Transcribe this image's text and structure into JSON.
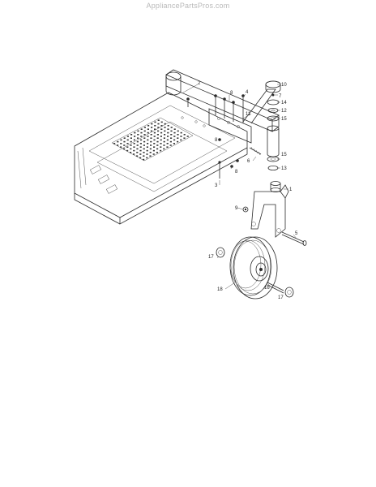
{
  "watermark": "AppliancePartsPros.com",
  "callouts": [
    {
      "id": "c1",
      "text": "1"
    },
    {
      "id": "c2",
      "text": "2"
    },
    {
      "id": "c3",
      "text": "3"
    },
    {
      "id": "c4",
      "text": "4"
    },
    {
      "id": "c5",
      "text": "5"
    },
    {
      "id": "c6",
      "text": "6"
    },
    {
      "id": "c7",
      "text": "7"
    },
    {
      "id": "c8a",
      "text": "8"
    },
    {
      "id": "c8b",
      "text": "8"
    },
    {
      "id": "c8c",
      "text": "8"
    },
    {
      "id": "c9",
      "text": "9"
    },
    {
      "id": "c10",
      "text": "10"
    },
    {
      "id": "c11",
      "text": "11"
    },
    {
      "id": "c12",
      "text": "12"
    },
    {
      "id": "c13",
      "text": "13"
    },
    {
      "id": "c14",
      "text": "14"
    },
    {
      "id": "c15a",
      "text": "15"
    },
    {
      "id": "c15b",
      "text": "15"
    },
    {
      "id": "c16",
      "text": "16"
    },
    {
      "id": "c17a",
      "text": "17"
    },
    {
      "id": "c17b",
      "text": "17"
    },
    {
      "id": "c18",
      "text": "18"
    }
  ]
}
